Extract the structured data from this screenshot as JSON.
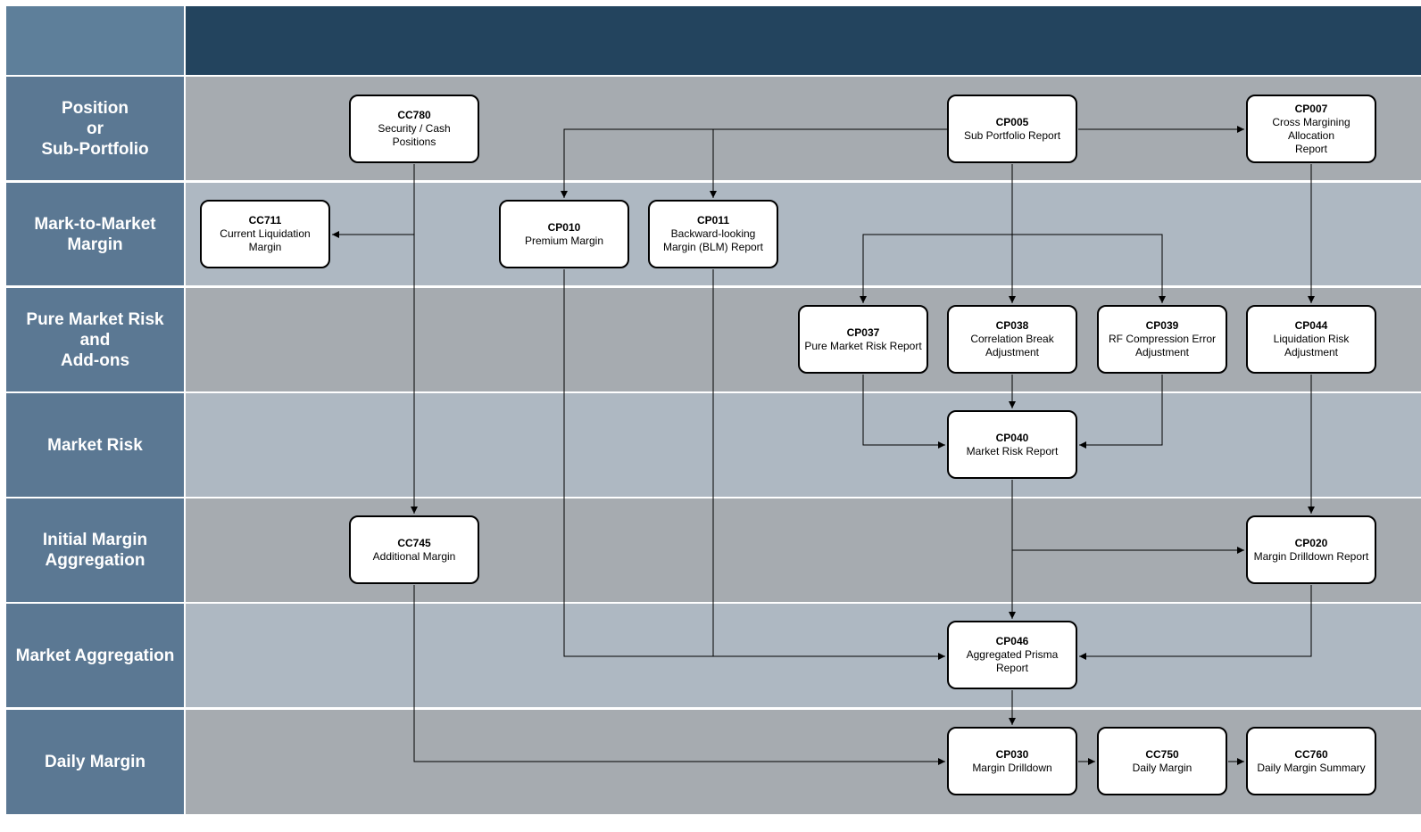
{
  "colors": {
    "header_bar": "#23445e",
    "header_corner": "#5e7f9a",
    "lane_label_bg": "#5b7893",
    "lane_dark": "#a6abb0",
    "lane_light": "#aeb8c2",
    "lane_separator": "#e8ecef",
    "node_fill": "#ffffff",
    "node_border": "#000000",
    "edge": "#000000"
  },
  "header": {
    "title": ""
  },
  "lanes": [
    {
      "id": "position",
      "label": "Position\nor\nSub-Portfolio",
      "shade": "dark"
    },
    {
      "id": "mtm",
      "label": "Mark-to-Market\nMargin",
      "shade": "light"
    },
    {
      "id": "pure",
      "label": "Pure Market Risk\nand\nAdd-ons",
      "shade": "dark"
    },
    {
      "id": "market-risk",
      "label": "Market Risk",
      "shade": "light"
    },
    {
      "id": "im-agg",
      "label": "Initial Margin\nAggregation",
      "shade": "dark"
    },
    {
      "id": "market-agg",
      "label": "Market Aggregation",
      "shade": "light"
    },
    {
      "id": "daily",
      "label": "Daily Margin",
      "shade": "dark"
    }
  ],
  "nodes": [
    {
      "id": "CC780",
      "code": "CC780",
      "desc": "Security / Cash\nPositions"
    },
    {
      "id": "CP005",
      "code": "CP005",
      "desc": "Sub Portfolio Report"
    },
    {
      "id": "CP007",
      "code": "CP007",
      "desc": "Cross Margining Allocation\nReport"
    },
    {
      "id": "CC711",
      "code": "CC711",
      "desc": "Current Liquidation\nMargin"
    },
    {
      "id": "CP010",
      "code": "CP010",
      "desc": "Premium Margin"
    },
    {
      "id": "CP011",
      "code": "CP011",
      "desc": "Backward-looking\nMargin (BLM) Report"
    },
    {
      "id": "CP037",
      "code": "CP037",
      "desc": "Pure Market Risk Report"
    },
    {
      "id": "CP038",
      "code": "CP038",
      "desc": "Correlation Break\nAdjustment"
    },
    {
      "id": "CP039",
      "code": "CP039",
      "desc": "RF Compression Error\nAdjustment"
    },
    {
      "id": "CP044",
      "code": "CP044",
      "desc": "Liquidation Risk\nAdjustment"
    },
    {
      "id": "CP040",
      "code": "CP040",
      "desc": "Market Risk Report"
    },
    {
      "id": "CC745",
      "code": "CC745",
      "desc": "Additional Margin"
    },
    {
      "id": "CP020",
      "code": "CP020",
      "desc": "Margin Drilldown Report"
    },
    {
      "id": "CP046",
      "code": "CP046",
      "desc": "Aggregated Prisma\nReport"
    },
    {
      "id": "CP030",
      "code": "CP030",
      "desc": "Margin Drilldown"
    },
    {
      "id": "CC750",
      "code": "CC750",
      "desc": "Daily Margin"
    },
    {
      "id": "CC760",
      "code": "CC760",
      "desc": "Daily Margin Summary"
    }
  ],
  "edges": [
    {
      "from": "CC780",
      "to": "CC711"
    },
    {
      "from": "CC780",
      "to": "CC745"
    },
    {
      "from": "CP005",
      "to": "CP010"
    },
    {
      "from": "CP005",
      "to": "CP011"
    },
    {
      "from": "CP005",
      "to": "CP007"
    },
    {
      "from": "CP005",
      "to": "CP038"
    },
    {
      "from": "CP005",
      "to": "CP037"
    },
    {
      "from": "CP005",
      "to": "CP039"
    },
    {
      "from": "CP007",
      "to": "CP044"
    },
    {
      "from": "CP037",
      "to": "CP040"
    },
    {
      "from": "CP038",
      "to": "CP040"
    },
    {
      "from": "CP039",
      "to": "CP040"
    },
    {
      "from": "CP044",
      "to": "CP020"
    },
    {
      "from": "CP040",
      "to": "CP020"
    },
    {
      "from": "CP040",
      "to": "CP046"
    },
    {
      "from": "CP010",
      "to": "CP046"
    },
    {
      "from": "CP011",
      "to": "CP046"
    },
    {
      "from": "CP020",
      "to": "CP046"
    },
    {
      "from": "CP046",
      "to": "CP030"
    },
    {
      "from": "CC745",
      "to": "CP030"
    },
    {
      "from": "CP030",
      "to": "CC750"
    },
    {
      "from": "CC750",
      "to": "CC760"
    }
  ]
}
